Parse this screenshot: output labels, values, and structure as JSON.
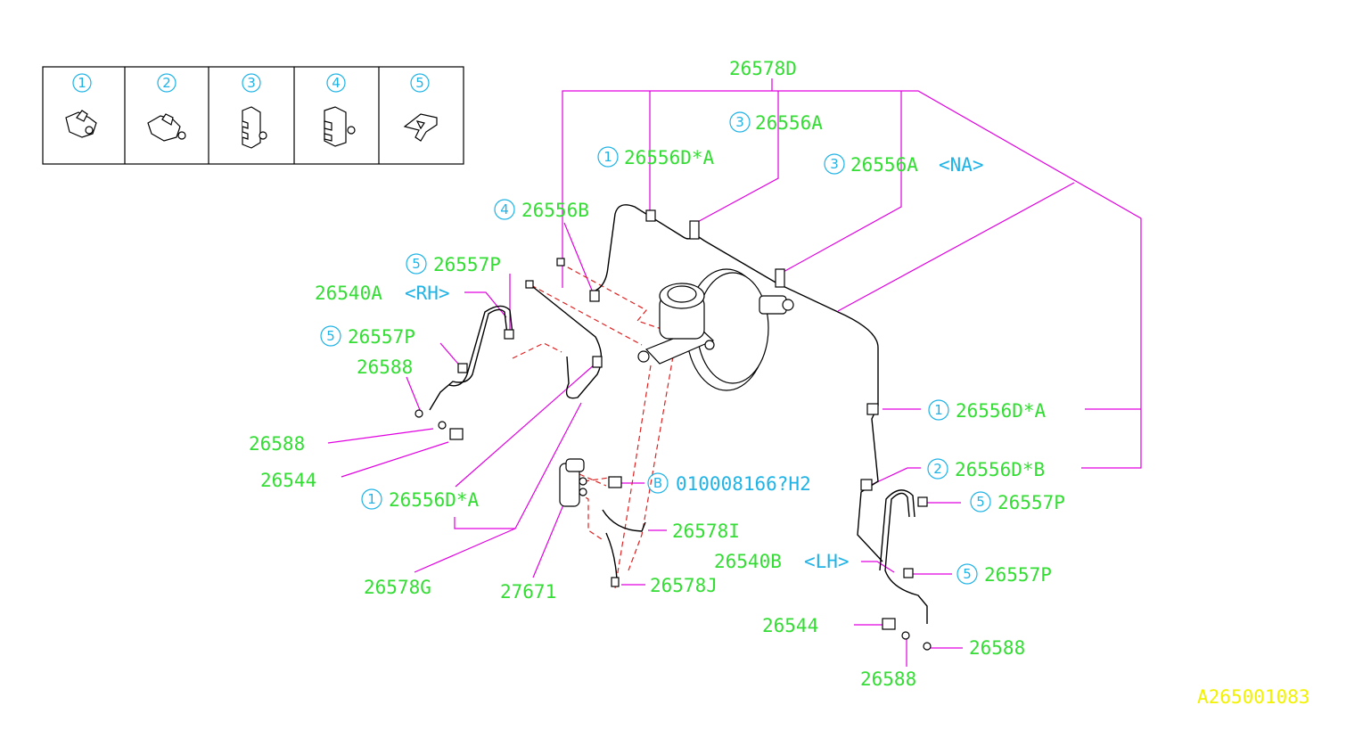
{
  "legend": {
    "items": [
      {
        "num": "1",
        "icon": "clip-type-1-icon"
      },
      {
        "num": "2",
        "icon": "clip-type-2-icon"
      },
      {
        "num": "3",
        "icon": "clip-type-3-icon"
      },
      {
        "num": "4",
        "icon": "clip-type-4-icon"
      },
      {
        "num": "5",
        "icon": "clip-type-5-icon"
      }
    ]
  },
  "labels": {
    "top_pipe": "26578D",
    "clip_3a_num": "3",
    "clip_3a": "26556A",
    "clip_1_top_num": "1",
    "clip_1_top": "26556D*A",
    "clip_3na_num": "3",
    "clip_3na_code": "26556A",
    "clip_3na_suffix": "<NA>",
    "clip_4_num": "4",
    "clip_4": "26556B",
    "clip_5_top_num": "5",
    "clip_5_top": "26557P",
    "hose_rh_code": "26540A",
    "hose_rh_suffix": "<RH>",
    "clip_5_mid_num": "5",
    "clip_5_mid": "26557P",
    "washer_a": "26588",
    "washer_b": "26588",
    "bolt_a": "26544",
    "clip_1_left_num": "1",
    "clip_1_left": "26556D*A",
    "pipe_g": "26578G",
    "valve": "27671",
    "bolt_b_num": "B",
    "bolt_b": "010008166?H2",
    "pipe_i": "26578I",
    "pipe_j": "26578J",
    "clip_1_right_num": "1",
    "clip_1_right": "26556D*A",
    "clip_2_right_num": "2",
    "clip_2_right": "26556D*B",
    "clip_5_right_top_num": "5",
    "clip_5_right_top": "26557P",
    "hose_lh_code": "26540B",
    "hose_lh_suffix": "<LH>",
    "clip_5_right_bot_num": "5",
    "clip_5_right_bot": "26557P",
    "bolt_c": "26544",
    "washer_c": "26588",
    "washer_d": "26588",
    "diagram_id": "A265001083"
  },
  "colors": {
    "part_number": "#33dd33",
    "callout_circle": "#1fb3e6",
    "leader_line": "#e000e0",
    "dashed_line": "#e02020",
    "diagram_id": "#f2f200"
  }
}
